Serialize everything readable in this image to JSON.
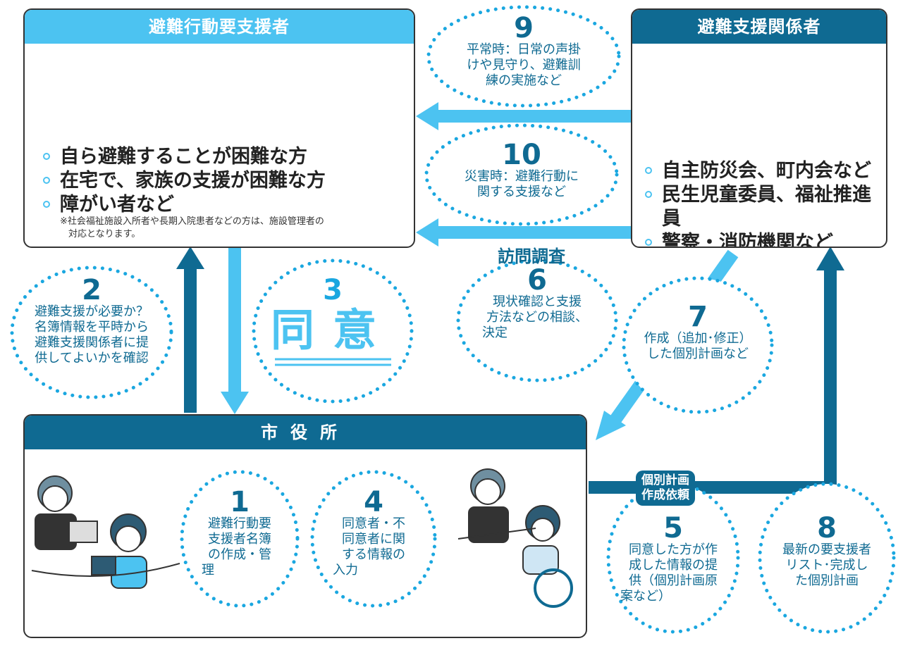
{
  "colors": {
    "dark_blue": "#0f6a92",
    "light_blue": "#4cc3f1",
    "dots": "#1aa7e0",
    "outline": "#333333"
  },
  "requester_box": {
    "title": "避難行動要支援者",
    "bullets": [
      "自ら避難することが困難な方",
      "在宅で、家族の支援が困難な方",
      "障がい者など"
    ],
    "note_line1": "※社会福祉施設入所者や長期入院患者などの方は、施設管理者の",
    "note_line2": "対応となります。"
  },
  "supporters_box": {
    "title": "避難支援関係者",
    "bullets": [
      "自主防災会、町内会など",
      "民生児童委員、福祉推進員",
      "警察・消防機関など"
    ]
  },
  "city_box": {
    "title": "市役所"
  },
  "steps": {
    "s1": {
      "number": "1",
      "line1": "避難行動要",
      "line2": "支援者名簿",
      "line3": "の作成・管",
      "line4": "理"
    },
    "s2": {
      "number": "2",
      "line1": "避難支援が必要か？",
      "line2": "名簿情報を平時から",
      "line3": "避難支援関係者に提",
      "line4": "供してよいかを確認"
    },
    "s3": {
      "number": "3",
      "label": "同意"
    },
    "s4": {
      "number": "4",
      "line1": "同意者・不",
      "line2": "同意者に関",
      "line3": "する情報の",
      "line4": "入力"
    },
    "s5": {
      "number": "5",
      "line1": "同意した方が作",
      "line2": "成した情報の提",
      "line3": "供（個別計画原",
      "line4": "案など）"
    },
    "s6": {
      "heading": "訪問調査",
      "number": "6",
      "line1": "現状確認と支援",
      "line2": "方法などの相談、",
      "line3": "決定"
    },
    "s7": {
      "number": "7",
      "line1": "作成（追加･修正）",
      "line2": "した個別計画など"
    },
    "s8": {
      "number": "8",
      "line1": "最新の要支援者",
      "line2": "リスト･完成し",
      "line3": "た個別計画"
    },
    "s9": {
      "number": "9",
      "line1": "平常時：日常の声掛",
      "line2": "けや見守り、避難訓",
      "line3": "練の実施など"
    },
    "s10": {
      "number": "10",
      "line1": "災害時：避難行動に",
      "line2": "関する支援など"
    }
  },
  "request_tag": {
    "line1": "個別計画",
    "line2": "作成依頼"
  },
  "icons": [
    "elderly-person-icon",
    "pregnant-woman-icon",
    "infant-stroller-icon",
    "wheelchair-user-icon",
    "bedridden-person-icon",
    "foreign-resident-icon",
    "blind-person-icon",
    "helmet-worker-icon",
    "welfare-volunteer-icon",
    "firefighter-megaphone-icon",
    "city-staff-laptop-icon",
    "resident-tablet-icon",
    "staff-consultation-icon",
    "wheelchair-resident-icon"
  ]
}
